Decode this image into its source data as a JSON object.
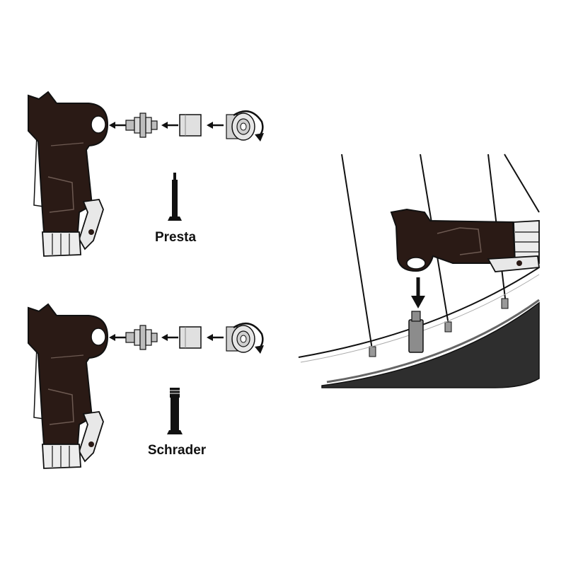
{
  "labels": {
    "presta": "Presta",
    "schrader": "Schrader"
  },
  "colors": {
    "pump_body": "#2a1a15",
    "outline": "#111111",
    "part_light": "#d9d9d9",
    "part_mid": "#bdbdbd",
    "rim_dark": "#333333",
    "valve_grey": "#8c8c8c",
    "background": "#ffffff"
  },
  "icons": {
    "rotate": "rotate-clockwise-arrow",
    "arrow": "arrow-left",
    "arrow_down": "arrow-down"
  }
}
